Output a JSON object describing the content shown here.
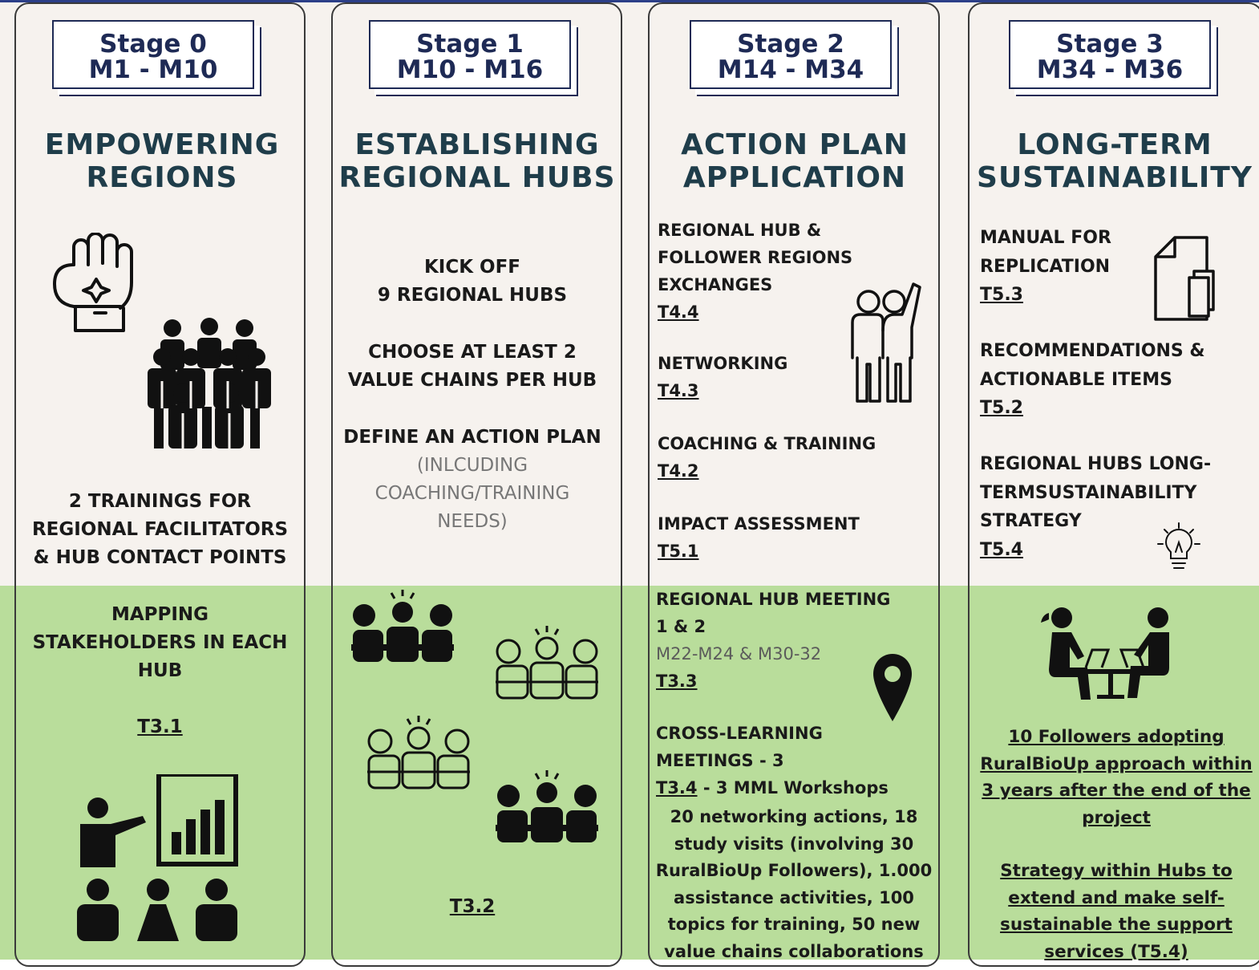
{
  "stages": [
    {
      "badge_line1": "Stage 0",
      "badge_line2": "M1 - M10",
      "title_line1": "EMPOWERING",
      "title_line2": "REGIONS",
      "top_items": [
        {
          "line1": "2 TRAININGS FOR",
          "line2": "REGIONAL FACILITATORS",
          "line3": "& HUB CONTACT POINTS"
        }
      ],
      "bottom": {
        "line1": "MAPPING",
        "line2": "STAKEHOLDERS IN EACH",
        "line3": "HUB",
        "task": "T3.1"
      },
      "icons": [
        "raised-fist-icon",
        "crowd-icon",
        "presentation-icon",
        "audience-icon"
      ]
    },
    {
      "badge_line1": "Stage 1",
      "badge_line2": "M10 - M16",
      "title_line1": "ESTABLISHING",
      "title_line2": "REGIONAL HUBS",
      "top_items": [
        {
          "line1": "KICK OFF",
          "line2": "9 REGIONAL HUBS"
        },
        {
          "line1": "CHOOSE AT LEAST 2",
          "line2": "VALUE CHAINS PER HUB"
        },
        {
          "line1": "DEFINE AN ACTION PLAN",
          "line2": "(INLCUDING",
          "line3": "COACHING/TRAINING",
          "line4": "NEEDS)"
        }
      ],
      "bottom": {
        "task": "T3.2"
      },
      "icons": [
        "team-meeting-icon",
        "team-meeting-outline-icon",
        "team-meeting-outline-icon",
        "team-meeting-icon"
      ]
    },
    {
      "badge_line1": "Stage 2",
      "badge_line2": "M14 - M34",
      "title_line1": "ACTION PLAN",
      "title_line2": "APPLICATION",
      "top_items": [
        {
          "line1": "REGIONAL HUB &",
          "line2": "FOLLOWER REGIONS",
          "line3": "EXCHANGES",
          "task": "T4.4"
        },
        {
          "line1": "NETWORKING",
          "task": "T4.3"
        },
        {
          "line1": "COACHING & TRAINING",
          "task": "T4.2"
        },
        {
          "line1": "IMPACT ASSESSMENT",
          "task": "T5.1"
        }
      ],
      "bottom": {
        "meeting_line1": "REGIONAL HUB MEETING",
        "meeting_line2": "1 & 2",
        "meeting_months": "M22-M24 & M30-32",
        "meeting_task": "T3.3",
        "cross_line1": "CROSS-LEARNING",
        "cross_line2": "MEETINGS - 3",
        "cross_task": "T3.4",
        "cross_task_suffix": " - 3 MML Workshops",
        "summary_line1": "20 networking actions, 18",
        "summary_line2": "study visits (involving 30",
        "summary_line3": "RuralBioUp Followers), 1.000",
        "summary_line4": "assistance activities, 100",
        "summary_line5": "topics for training, 50 new",
        "summary_line6": "value chains collaborations"
      },
      "icons": [
        "two-people-waving-icon",
        "map-pin-icon"
      ]
    },
    {
      "badge_line1": "Stage 3",
      "badge_line2": "M34 - M36",
      "title_line1": "LONG-TERM",
      "title_line2": "SUSTAINABILITY",
      "top_items": [
        {
          "line1": "MANUAL FOR",
          "line2": "REPLICATION",
          "task": "T5.3"
        },
        {
          "line1": "RECOMMENDATIONS &",
          "line2": "ACTIONABLE ITEMS",
          "task": "T5.2"
        },
        {
          "line1": "REGIONAL HUBS LONG-",
          "line2": "TERMSUSTAINABILITY",
          "line3": "STRATEGY",
          "task": "T5.4"
        }
      ],
      "bottom": {
        "para1_line1": "10 Followers adopting",
        "para1_line2": "RuralBioUp approach within",
        "para1_line3": "3 years after the end of the",
        "para1_line4": "project",
        "para2_line1": "Strategy within Hubs to",
        "para2_line2": "extend and make self-",
        "para2_line3": "sustainable the support",
        "para2_line4": "services (T5.4)"
      },
      "icons": [
        "documents-icon",
        "lightbulb-icon",
        "two-people-laptops-icon"
      ]
    }
  ]
}
